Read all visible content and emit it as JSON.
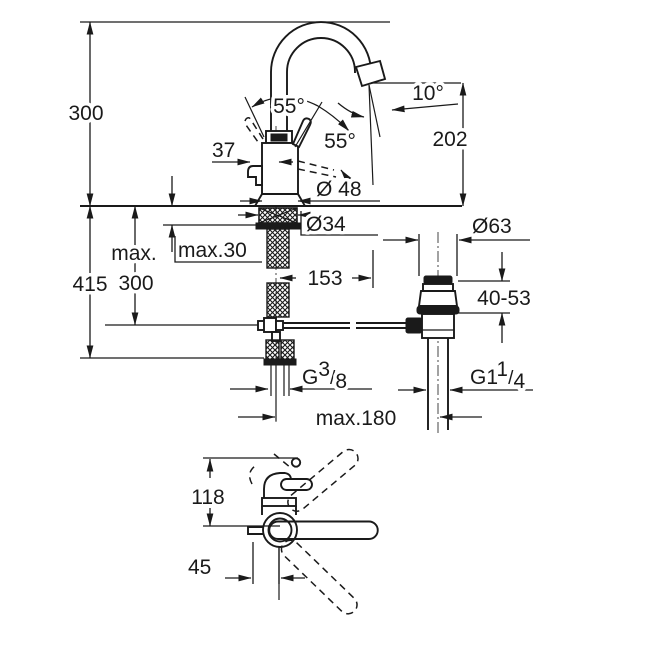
{
  "drawing": {
    "title": "faucet-dimension-drawing",
    "background": "#ffffff",
    "line_color": "#1a1a1a"
  },
  "side_view": {
    "height_300": "300",
    "outlet_height_202": "202",
    "outlet_angle_10": "10°",
    "handle_angle_a": "55°",
    "handle_angle_b": "55°",
    "handle_offset_37": "37",
    "body_dia_48": "Ø 48",
    "shank_dia_34": "Ø34",
    "deck_thickness_max30": "max.30",
    "install_height_415": "415",
    "hose_label_max": "max.",
    "hose_length_300": "300",
    "rod_offset_153": "153",
    "rod_span_max180": "max.180",
    "supply_thread": {
      "prefix": "G",
      "numerator": "3",
      "slash": "/",
      "denominator": "8"
    }
  },
  "waste": {
    "flange_dia_63": "Ø63",
    "clamp_range": "40-53",
    "thread": {
      "prefix": "G1",
      "numerator": "1",
      "slash": "/",
      "denominator": "4"
    }
  },
  "top_view": {
    "depth_118": "118",
    "offset_45": "45"
  }
}
